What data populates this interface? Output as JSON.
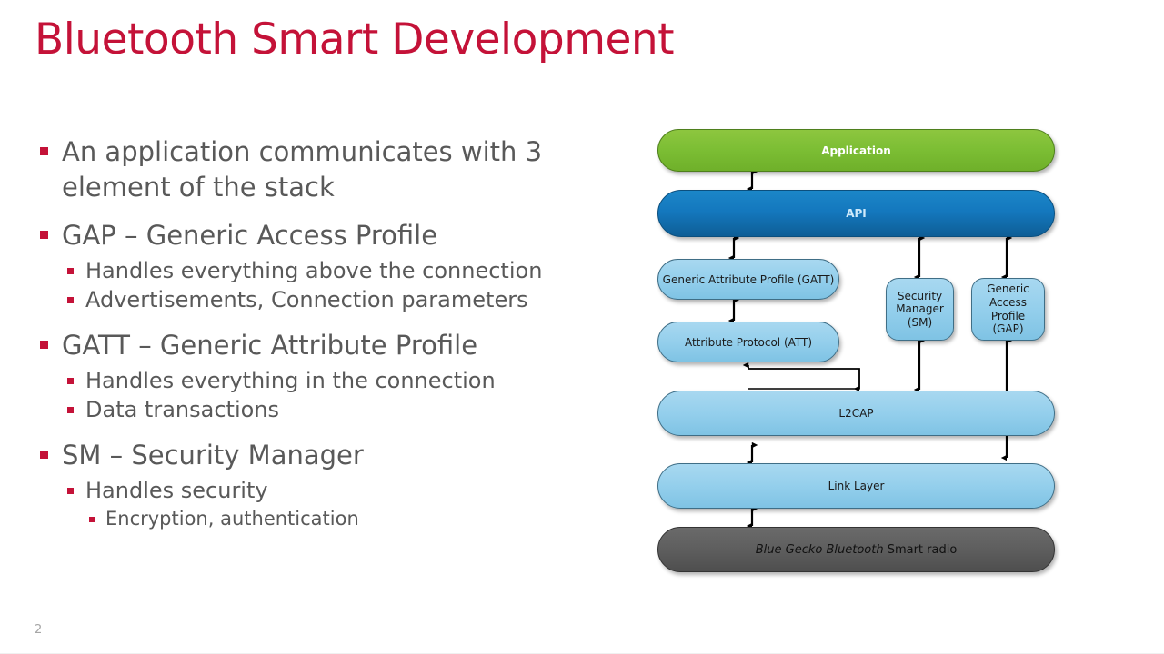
{
  "slide": {
    "title": "Bluetooth Smart Development",
    "page_number": "2",
    "title_color": "#C41238",
    "bullet_color": "#C41238",
    "text_color": "#595959"
  },
  "bullets": [
    {
      "level": 1,
      "text": "An application communicates with 3 element of the stack"
    },
    {
      "level": 1,
      "text": "GAP – Generic Access Profile"
    },
    {
      "level": 2,
      "text": "Handles everything above the connection"
    },
    {
      "level": 2,
      "text": "Advertisements, Connection parameters"
    },
    {
      "level": 1,
      "text": "GATT – Generic Attribute Profile"
    },
    {
      "level": 2,
      "text": "Handles everything in the connection"
    },
    {
      "level": 2,
      "text": "Data transactions"
    },
    {
      "level": 1,
      "text": "SM – Security Manager"
    },
    {
      "level": 2,
      "text": "Handles security"
    },
    {
      "level": 3,
      "text": "Encryption, authentication"
    }
  ],
  "diagram": {
    "name": "bluetooth-smart-stack",
    "colors": {
      "application": "#7CBE34",
      "api": "#1478BE",
      "layer": "#94CFEC",
      "radio": "#5E5E5E",
      "border": "#2c3e50",
      "arrow": "#000000"
    },
    "boxes": {
      "application": {
        "label": "Application",
        "shape": "pill",
        "color": "#7CBE34"
      },
      "api": {
        "label": "API",
        "shape": "pill",
        "color": "#1478BE"
      },
      "gatt": {
        "label": "Generic Attribute Profile (GATT)",
        "shape": "pill",
        "color": "#94CFEC"
      },
      "att": {
        "label": "Attribute Protocol (ATT)",
        "shape": "pill",
        "color": "#94CFEC"
      },
      "sm": {
        "line1": "Security",
        "line2": "Manager",
        "line3": "(SM)",
        "shape": "rounded-rect",
        "color": "#94CFEC"
      },
      "gap": {
        "line1": "Generic",
        "line2": "Access Profile",
        "line3": "(GAP)",
        "shape": "rounded-rect",
        "color": "#94CFEC"
      },
      "l2cap": {
        "label": "L2CAP",
        "shape": "pill",
        "color": "#94CFEC"
      },
      "link_layer": {
        "label": "Link Layer",
        "shape": "pill",
        "color": "#94CFEC"
      },
      "radio": {
        "label_italic": "Blue Gecko Bluetooth",
        "label_regular": " Smart radio",
        "shape": "pill",
        "color": "#5E5E5E"
      }
    },
    "connections": [
      {
        "from": "application",
        "to": "api",
        "type": "bidirectional"
      },
      {
        "from": "api",
        "to": "gatt",
        "type": "bidirectional"
      },
      {
        "from": "gatt",
        "to": "att",
        "type": "bidirectional"
      },
      {
        "from": "api",
        "to": "sm",
        "type": "bidirectional"
      },
      {
        "from": "api",
        "to": "gap",
        "type": "bidirectional"
      },
      {
        "from": "att",
        "to": "l2cap",
        "type": "bidirectional-elbow"
      },
      {
        "from": "sm",
        "to": "l2cap",
        "type": "bidirectional"
      },
      {
        "from": "gap",
        "to": "link_layer",
        "type": "bidirectional"
      },
      {
        "from": "l2cap",
        "to": "link_layer",
        "type": "bidirectional"
      },
      {
        "from": "link_layer",
        "to": "radio",
        "type": "bidirectional"
      }
    ]
  }
}
